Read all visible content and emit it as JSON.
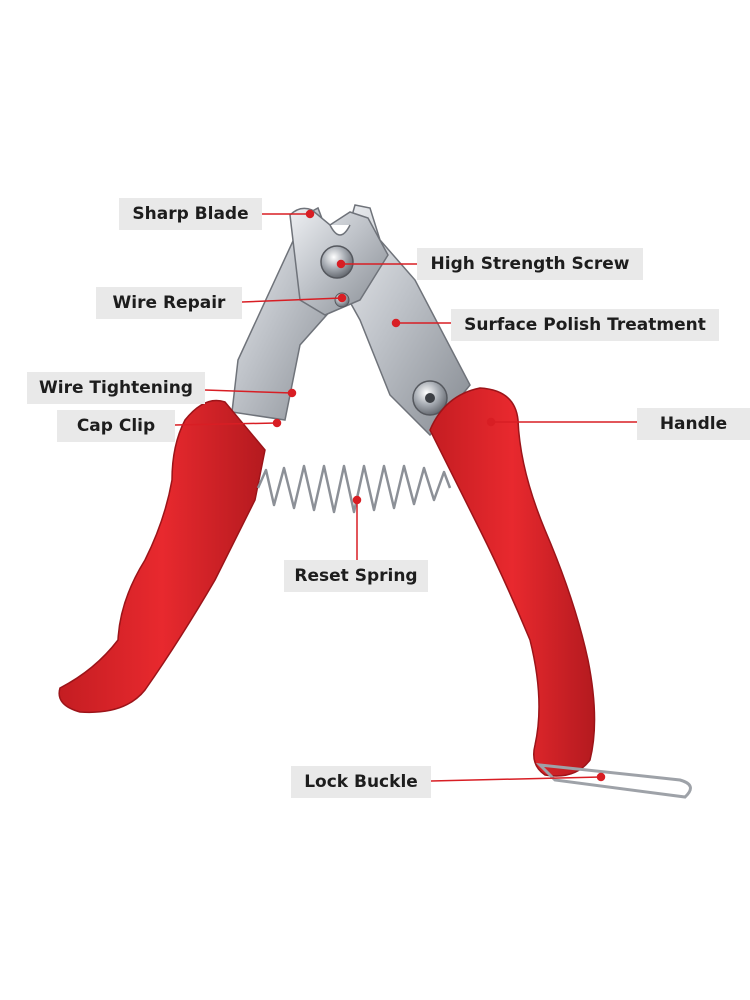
{
  "labels": {
    "sharp_blade": "Sharp Blade",
    "high_strength_screw": "High Strength Screw",
    "wire_repair": "Wire Repair",
    "surface_polish": "Surface Polish Treatment",
    "wire_tightening": "Wire Tightening",
    "cap_clip": "Cap Clip",
    "handle": "Handle",
    "reset_spring": "Reset Spring",
    "lock_buckle": "Lock Buckle"
  },
  "colors": {
    "handle_red": "#e0262a",
    "handle_shadow": "#b81c20",
    "steel": "#c9ccd1",
    "steel_dark": "#8e9299",
    "leader_line": "#d81e24",
    "label_bg": "#e9e9e9"
  }
}
